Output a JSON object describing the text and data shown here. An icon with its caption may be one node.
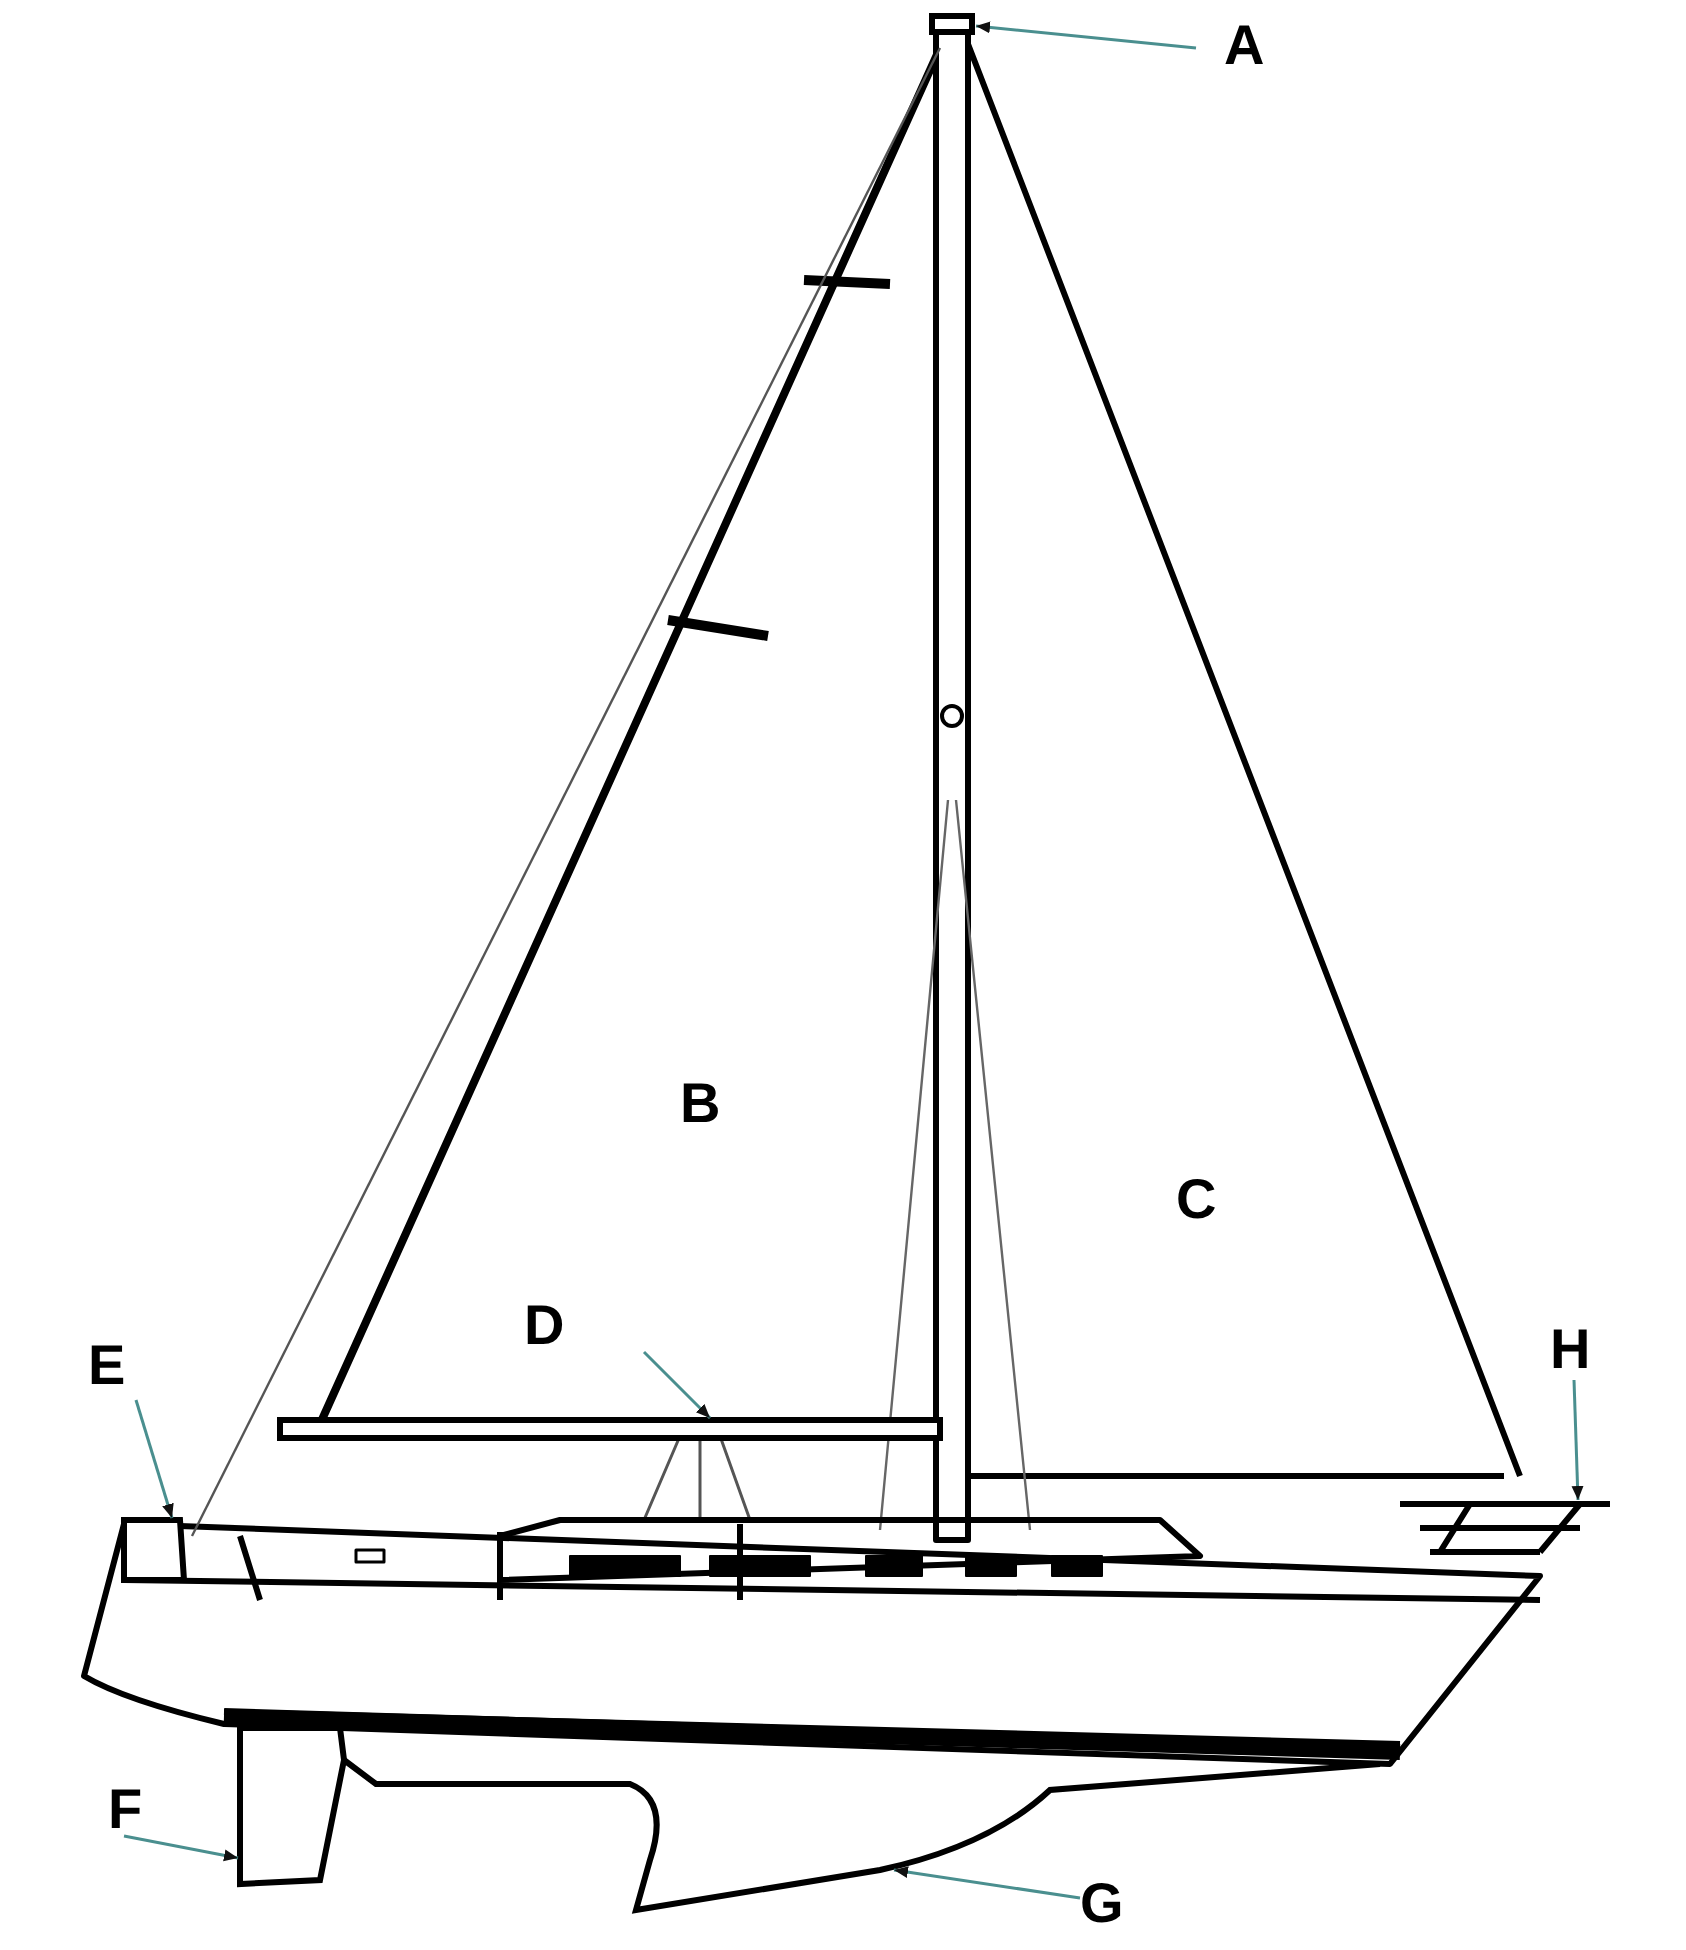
{
  "diagram": {
    "nodes": [
      {
        "text": [
          "A"
        ]
      },
      {
        "text": [],
        "shape": "box"
      },
      {
        "text": [
          "D"
        ]
      },
      {
        "text": [],
        "shape": "box"
      },
      {
        "text": [
          "E"
        ]
      },
      {
        "text": [],
        "shape": "box"
      },
      {
        "text": [
          "H"
        ]
      },
      {
        "text": [],
        "shape": "picture"
      },
      {
        "text": [
          "F"
        ]
      },
      {
        "text": [],
        "shape": "box"
      },
      {
        "text": [
          "G"
        ]
      },
      {
        "text": [],
        "shape": "picture"
      }
    ],
    "edges": [
      {
        "from": 0,
        "to": 1,
        "arrow": "to"
      },
      {
        "from": 2,
        "to": 3,
        "arrow": "to"
      },
      {
        "from": 4,
        "to": 5,
        "arrow": "to"
      },
      {
        "from": 6,
        "to": 7,
        "arrow": "to"
      },
      {
        "from": 8,
        "to": 9,
        "arrow": "to"
      },
      {
        "from": 10,
        "to": 11,
        "arrow": "to"
      }
    ],
    "labels": [
      "B",
      "C"
    ]
  }
}
